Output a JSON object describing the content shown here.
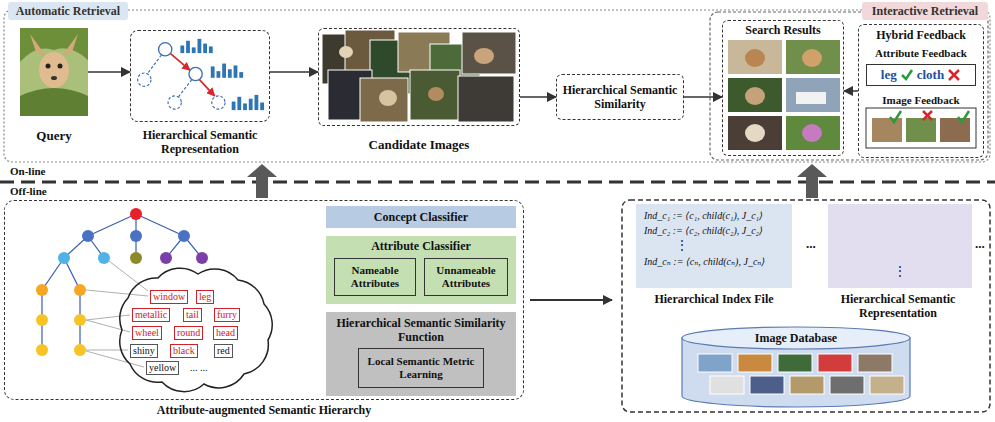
{
  "diagram": {
    "nodes": [
      {
        "text": [
          "Automatic Retrieval"
        ]
      },
      {
        "text": [
          "Interactive Retrieval"
        ]
      },
      {
        "text": [
          "Query"
        ]
      },
      {
        "text": [
          "Hierarchical Semantic Representation"
        ]
      },
      {
        "text": [
          "Candidate Images"
        ]
      },
      {
        "text": [
          "Hierarchical Semantic Similarity"
        ]
      },
      {
        "text": [
          "Search Results"
        ]
      },
      {
        "text": [
          "Hybrid Feedback",
          "Attribute Feedback",
          "Image Feedback"
        ]
      },
      {
        "text": [
          "leg",
          "cloth"
        ],
        "in": 7
      },
      {
        "text": [
          "Attribute-augmented Semantic Hierarchy"
        ]
      },
      {
        "text": [
          "Concept Classifier"
        ],
        "in": 9
      },
      {
        "text": [
          "Attribute Classifier"
        ],
        "in": 9
      },
      {
        "text": [
          "Nameable Attributes"
        ],
        "in": 11
      },
      {
        "text": [
          "Unnameable Attributes"
        ],
        "in": 11
      },
      {
        "text": [
          "Hierarchical Semantic Similarity Function"
        ],
        "in": 9
      },
      {
        "text": [
          "Local Semantic Metric Learning"
        ],
        "in": 14
      },
      {
        "text": [
          "window"
        ],
        "in": 9
      },
      {
        "text": [
          "leg"
        ],
        "in": 9
      },
      {
        "text": [
          "metallic"
        ],
        "in": 9
      },
      {
        "text": [
          "tail"
        ],
        "in": 9
      },
      {
        "text": [
          "furry"
        ],
        "in": 9
      },
      {
        "text": [
          "wheel"
        ],
        "in": 9
      },
      {
        "text": [
          "round"
        ],
        "in": 9
      },
      {
        "text": [
          "head"
        ],
        "in": 9
      },
      {
        "text": [
          "shiny"
        ],
        "in": 9
      },
      {
        "text": [
          "black"
        ],
        "in": 9
      },
      {
        "text": [
          "red"
        ],
        "in": 9
      },
      {
        "text": [
          "yellow"
        ],
        "in": 9
      },
      {
        "text": [
          "Ind_c₁ := ⟨c₁, child(c₁), J_c₁⟩",
          "Ind_c₂ := ⟨c₂, child(c₂), J_c₂⟩",
          "⋮",
          "Ind_cₙ := ⟨cₙ, child(cₙ), J_cₙ⟩",
          "Hierarchical Index File"
        ]
      },
      {
        "text": [
          "Hierarchical Semantic Representation"
        ]
      },
      {
        "text": [
          "Image Database"
        ]
      }
    ],
    "edges": [
      {
        "from": 2,
        "to": 3,
        "arrow": "to"
      },
      {
        "from": 3,
        "to": 4,
        "arrow": "to"
      },
      {
        "from": 4,
        "to": 5,
        "arrow": "to"
      },
      {
        "from": 5,
        "to": 6,
        "arrow": "to"
      },
      {
        "from": 7,
        "to": 6,
        "arrow": "to"
      }
    ],
    "labels": [
      "On-line",
      "Off-line",
      "... ...",
      "...",
      "...",
      "⋮"
    ]
  }
}
